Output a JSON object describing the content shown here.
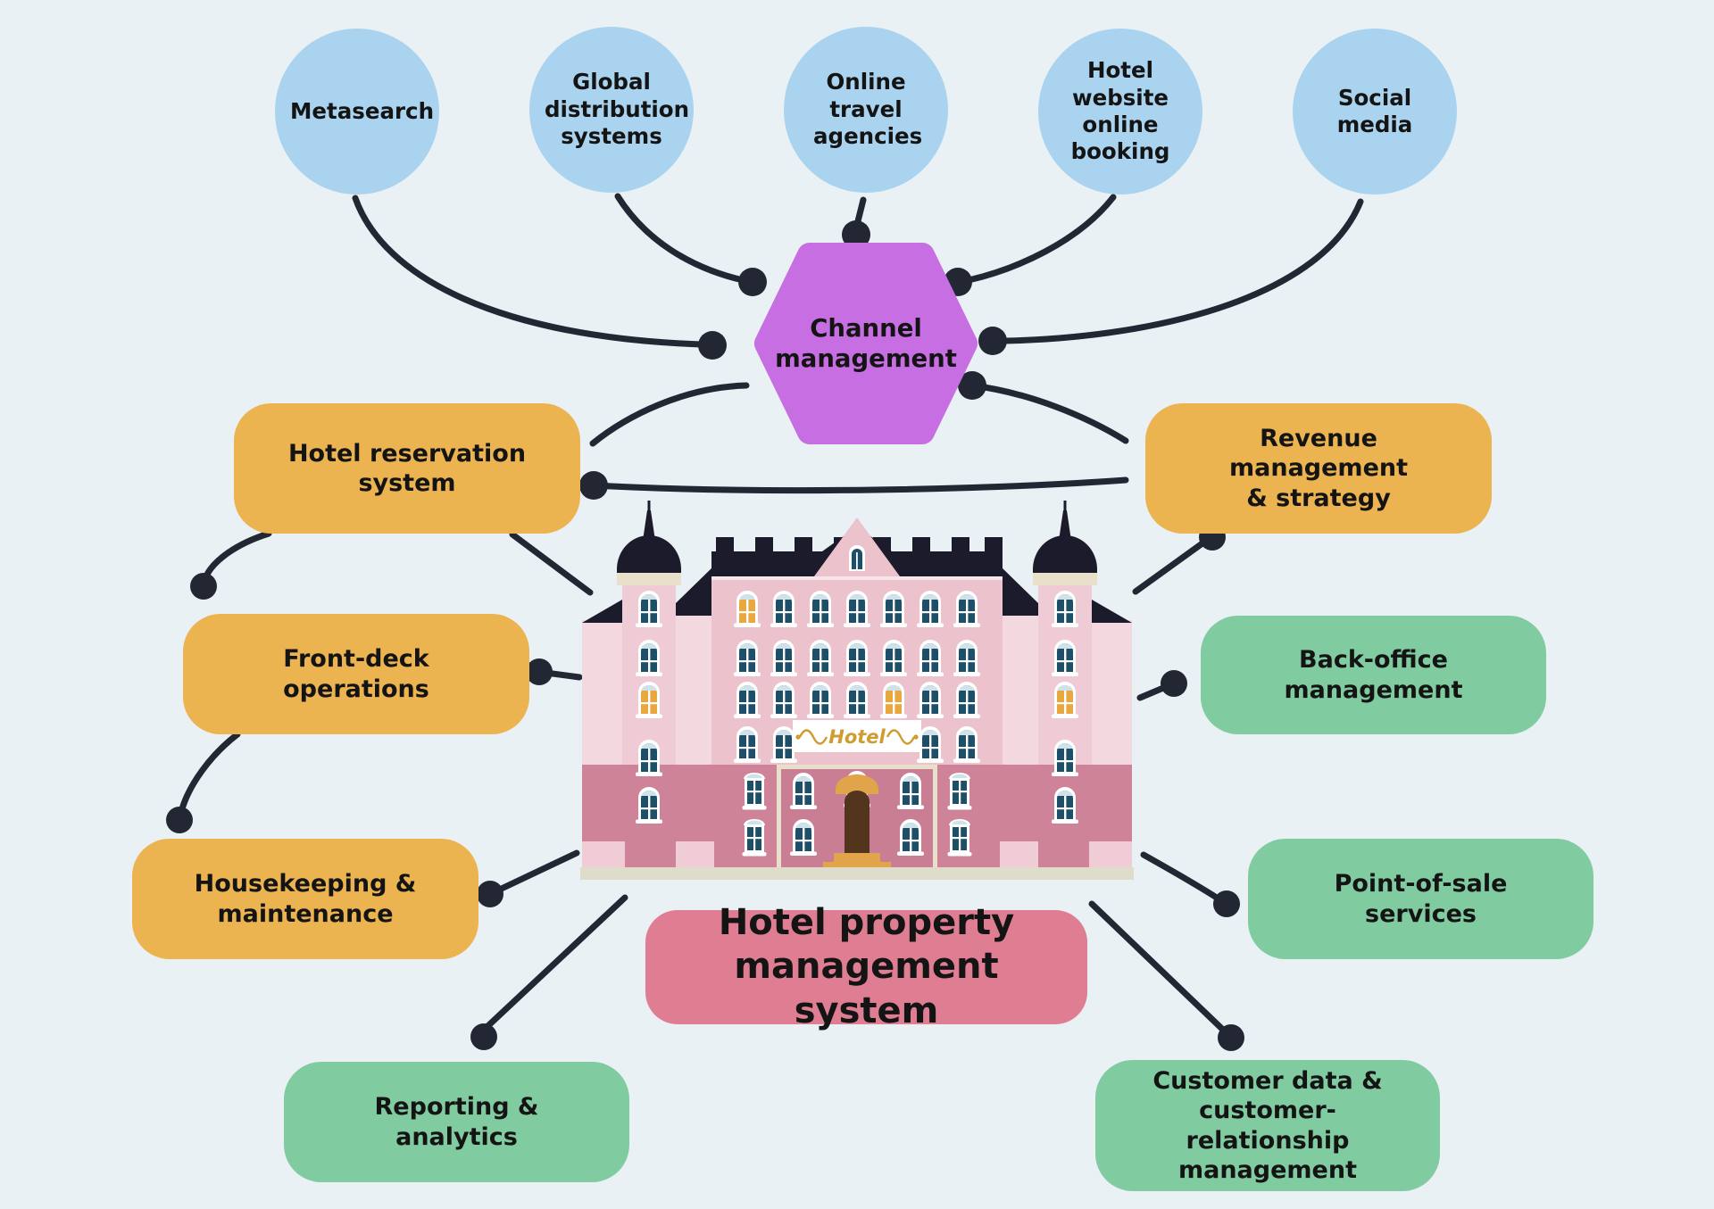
{
  "title": "Hotel property management system",
  "palette": {
    "background": "#e9f1f4",
    "channel_circle": "#a9d3ef",
    "hub_hexagon": "#c76ee2",
    "module_orange": "#ecb351",
    "module_green": "#81cba1",
    "pms_pink": "#df7e92",
    "connector": "#232633",
    "text": "#141414"
  },
  "channels": [
    {
      "id": "metasearch",
      "label": "Metasearch"
    },
    {
      "id": "global-distribution-systems",
      "label": "Global distribution systems"
    },
    {
      "id": "online-travel-agencies",
      "label": "Online travel agencies"
    },
    {
      "id": "hotel-website-online-booking",
      "label": "Hotel website online booking"
    },
    {
      "id": "social-media",
      "label": "Social media"
    }
  ],
  "hub": {
    "id": "channel-management",
    "label": "Channel management"
  },
  "modules": [
    {
      "id": "hotel-reservation-system",
      "label": "Hotel reservation system",
      "color": "orange"
    },
    {
      "id": "revenue-management-strategy",
      "label": "Revenue management & strategy",
      "color": "orange"
    },
    {
      "id": "front-deck-operations",
      "label": "Front-deck operations",
      "color": "orange"
    },
    {
      "id": "housekeeping-maintenance",
      "label": "Housekeeping & maintenance",
      "color": "orange"
    },
    {
      "id": "back-office-management",
      "label": "Back-office management",
      "color": "green"
    },
    {
      "id": "point-of-sale-services",
      "label": "Point-of-sale services",
      "color": "green"
    },
    {
      "id": "reporting-analytics",
      "label": "Reporting & analytics",
      "color": "green"
    },
    {
      "id": "customer-data-crm",
      "label": "Customer data & customer-relationship management",
      "color": "green"
    }
  ],
  "center": {
    "id": "hotel-pms",
    "label": "Hotel property management system"
  },
  "building": {
    "sign": "Hotel"
  },
  "edges": [
    {
      "from": "metasearch",
      "to": "channel-management"
    },
    {
      "from": "global-distribution-systems",
      "to": "channel-management"
    },
    {
      "from": "online-travel-agencies",
      "to": "channel-management"
    },
    {
      "from": "hotel-website-online-booking",
      "to": "channel-management"
    },
    {
      "from": "social-media",
      "to": "channel-management"
    },
    {
      "from": "channel-management",
      "to": "hotel-reservation-system"
    },
    {
      "from": "channel-management",
      "to": "revenue-management-strategy"
    },
    {
      "from": "hotel-reservation-system",
      "to": "revenue-management-strategy"
    },
    {
      "from": "hotel-reservation-system",
      "to": "front-deck-operations"
    },
    {
      "from": "hotel-reservation-system",
      "to": "hotel-pms"
    },
    {
      "from": "front-deck-operations",
      "to": "hotel-pms"
    },
    {
      "from": "front-deck-operations",
      "to": "housekeeping-maintenance"
    },
    {
      "from": "housekeeping-maintenance",
      "to": "hotel-pms"
    },
    {
      "from": "revenue-management-strategy",
      "to": "hotel-pms"
    },
    {
      "from": "hotel-pms",
      "to": "back-office-management"
    },
    {
      "from": "hotel-pms",
      "to": "point-of-sale-services"
    },
    {
      "from": "hotel-pms",
      "to": "reporting-analytics"
    },
    {
      "from": "hotel-pms",
      "to": "customer-data-crm"
    }
  ]
}
